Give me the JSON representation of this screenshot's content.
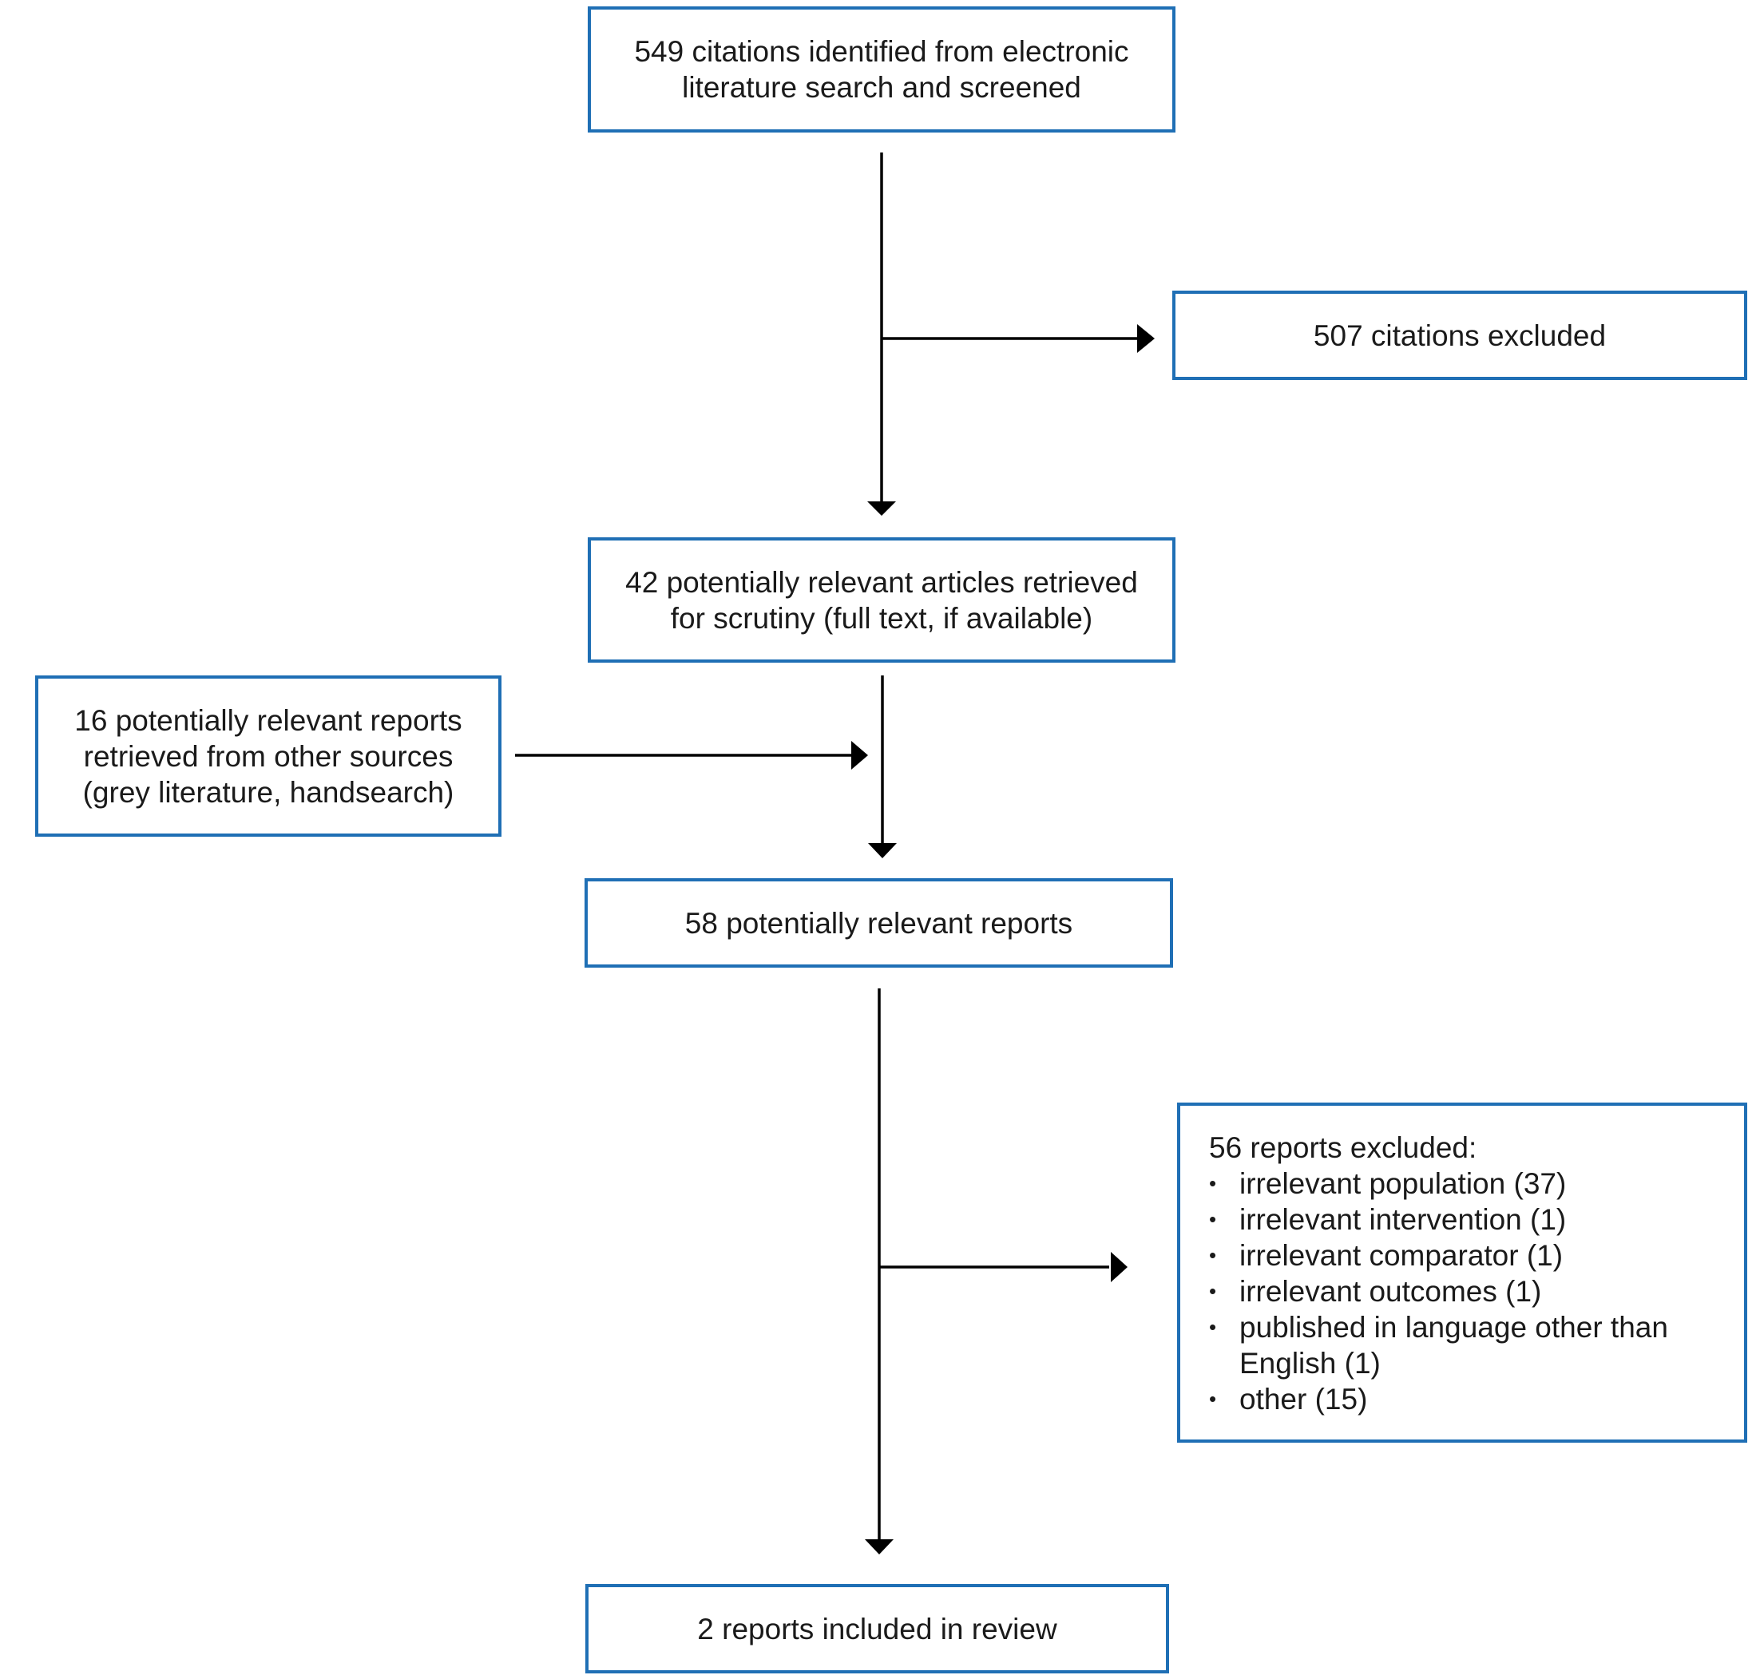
{
  "nodes": {
    "identified": {
      "lines": [
        "549 citations identified from electronic",
        "literature search and screened"
      ]
    },
    "excluded_citations": {
      "lines": [
        "507 citations excluded"
      ]
    },
    "retrieved": {
      "lines": [
        "42 potentially relevant articles retrieved",
        "for scrutiny (full text, if available)"
      ]
    },
    "other_sources": {
      "lines": [
        "16 potentially relevant reports",
        "retrieved from other sources",
        "(grey literature, handsearch)"
      ]
    },
    "potentially_relevant": {
      "lines": [
        "58 potentially relevant reports"
      ]
    },
    "excluded_reports": {
      "title": "56 reports excluded:",
      "bullet": "•",
      "items": [
        "irrelevant population (37)",
        "irrelevant intervention (1)",
        "irrelevant comparator (1)",
        "irrelevant outcomes (1)",
        "published in language other than English (1)",
        "other (15)"
      ]
    },
    "included": {
      "lines": [
        "2 reports included in review"
      ]
    }
  },
  "colors": {
    "box_border": "#1f6fb5",
    "arrow": "#000000",
    "text": "#1a1a1a"
  }
}
